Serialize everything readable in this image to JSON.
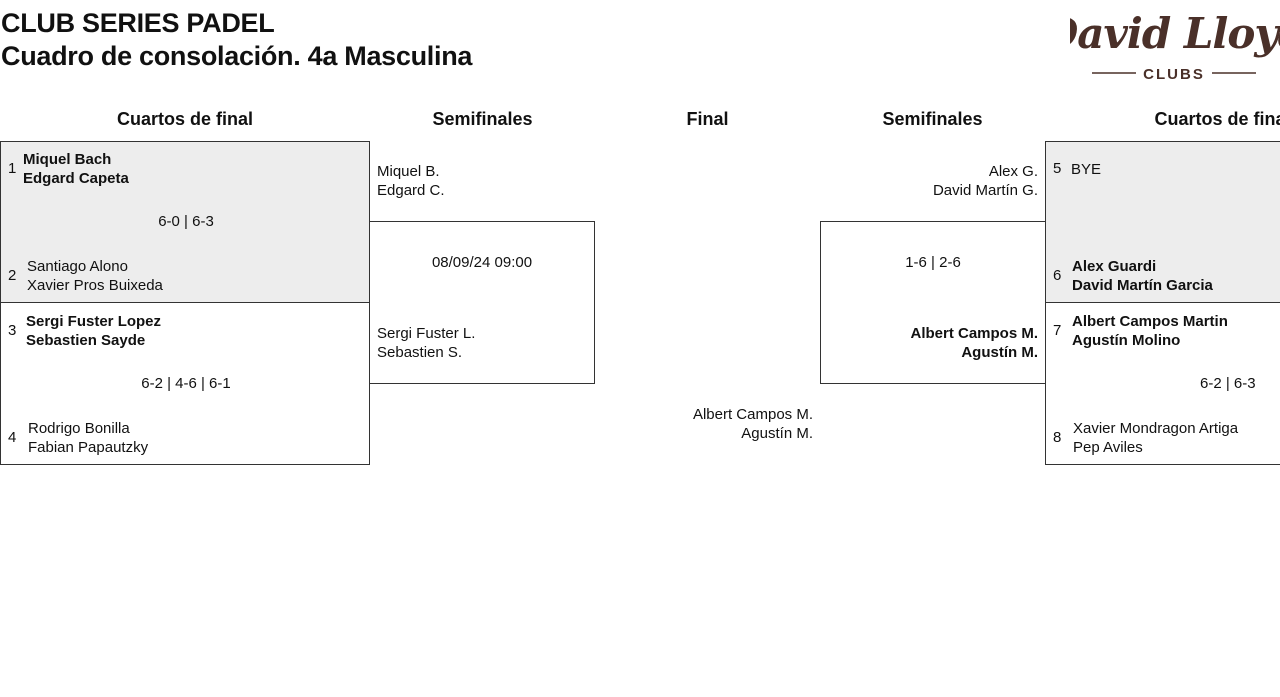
{
  "header": {
    "title": "CLUB SERIES PADEL",
    "subtitle": "Cuadro de consolación. 4a Masculina",
    "logo_text": "David Lloyd",
    "logo_subtext": "CLUBS"
  },
  "rounds": {
    "left_quarters": "Cuartos de final",
    "left_semis": "Semifinales",
    "final": "Final",
    "right_semis": "Semifinales",
    "right_quarters": "Cuartos de final"
  },
  "left_quarters": [
    {
      "top": {
        "seed": "1",
        "p1": "Miquel Bach",
        "p2": "Edgard Capeta"
      },
      "score": "6-0 | 6-3",
      "bottom": {
        "seed": "2",
        "p1": "Santiago Alono",
        "p2": "Xavier Pros Buixeda"
      }
    },
    {
      "top": {
        "seed": "3",
        "p1": "Sergi Fuster Lopez",
        "p2": "Sebastien Sayde"
      },
      "score": "6-2 | 4-6 | 6-1",
      "bottom": {
        "seed": "4",
        "p1": "Rodrigo Bonilla",
        "p2": "Fabian Papautzky"
      }
    }
  ],
  "left_semi": {
    "top": {
      "p1": "Miquel B.",
      "p2": "Edgard C."
    },
    "info": "08/09/24 09:00",
    "bottom": {
      "p1": "Sergi Fuster L.",
      "p2": "Sebastien S."
    }
  },
  "final": {
    "p1": "Albert Campos M.",
    "p2": "Agustín M."
  },
  "right_semi": {
    "top": {
      "p1": "Alex G.",
      "p2": "David Martín G."
    },
    "score": "1-6 | 2-6",
    "bottom": {
      "p1": "Albert Campos M.",
      "p2": "Agustín M."
    }
  },
  "right_quarters": [
    {
      "top": {
        "seed": "5",
        "p1": "BYE"
      },
      "bottom": {
        "seed": "6",
        "p1": "Alex Guardi",
        "p2": "David Martín Garcia"
      }
    },
    {
      "top": {
        "seed": "7",
        "p1": "Albert Campos Martin",
        "p2": "Agustín Molino"
      },
      "score": "6-2 | 6-3",
      "bottom": {
        "seed": "8",
        "p1": "Xavier Mondragon Artiga",
        "p2": "Pep Aviles"
      }
    }
  ],
  "colors": {
    "logo": "#4a3029",
    "shaded_match": "#ededed",
    "border": "#333333"
  }
}
